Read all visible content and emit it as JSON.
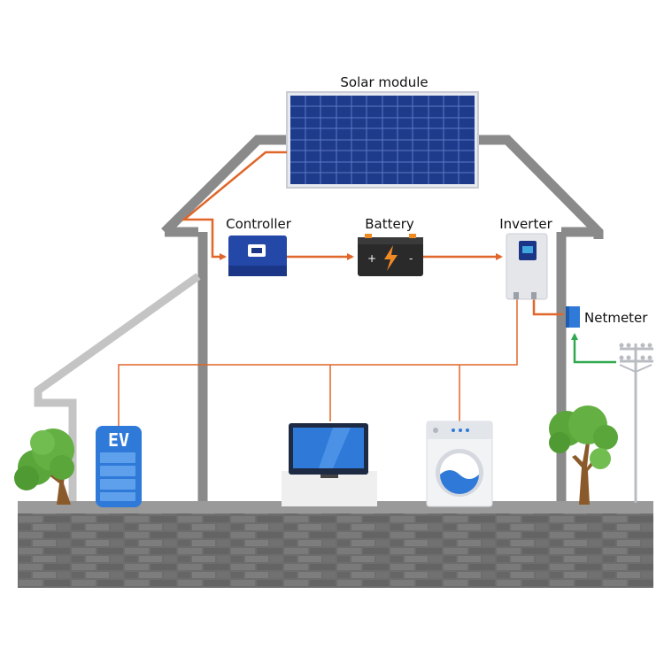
{
  "labels": {
    "solar_module": "Solar module",
    "controller": "Controller",
    "battery": "Battery",
    "inverter": "Inverter",
    "netmeter": "Netmeter",
    "ev": "EV",
    "battery_plus": "+",
    "battery_minus": "-"
  },
  "colors": {
    "power_line": "#e0662a",
    "grid_line": "#2fa84f",
    "house_wall": "#8a8a8a",
    "house_wall_light": "#c4c4c4",
    "panel_blue": "#1e3a8a",
    "controller_blue": "#2348a8",
    "stone": "#6f6f6f"
  },
  "icons": {
    "solar_panel": "solar-panel-icon",
    "controller": "charge-controller-icon",
    "battery": "battery-icon",
    "inverter": "inverter-icon",
    "netmeter": "netmeter-icon",
    "ev_charger": "ev-charger-icon",
    "tv": "tv-icon",
    "washing_machine": "washing-machine-icon",
    "tree": "tree-icon",
    "power_pole": "power-pole-icon"
  }
}
